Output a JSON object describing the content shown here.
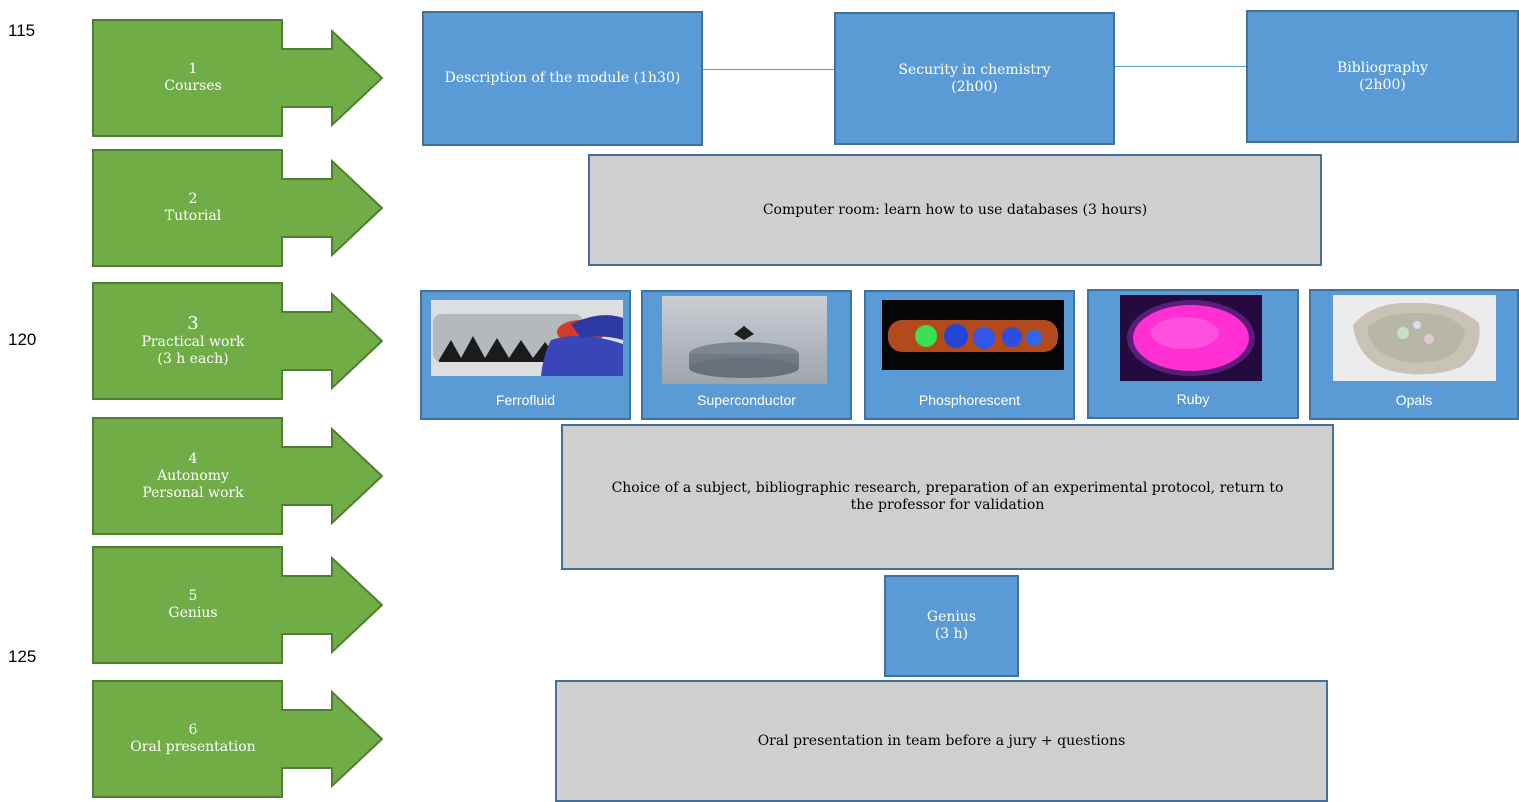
{
  "line_numbers": [
    "115",
    "120",
    "125"
  ],
  "steps": [
    {
      "num": "1",
      "label": "Courses"
    },
    {
      "num": "2",
      "label": "Tutorial"
    },
    {
      "num": "3",
      "label": "Practical work",
      "sub": "(3 h each)"
    },
    {
      "num": "4",
      "label": "Autonomy",
      "sub": "Personal work"
    },
    {
      "num": "5",
      "label": "Genius"
    },
    {
      "num": "6",
      "label": "Oral presentation"
    }
  ],
  "courses": [
    {
      "text": "Description of the module (1h30)"
    },
    {
      "text": "Security in chemistry\n(2h00)"
    },
    {
      "text": "Bibliography\n(2h00)"
    }
  ],
  "tutorial": {
    "text": "Computer room: learn how to use databases (3 hours)"
  },
  "practicals": [
    {
      "caption": "Ferrofluid"
    },
    {
      "caption": "Superconductor"
    },
    {
      "caption": "Phosphorescent"
    },
    {
      "caption": "Ruby"
    },
    {
      "caption": "Opals"
    }
  ],
  "autonomy": {
    "text": "Choice of a subject, bibliographic research, preparation of an experimental protocol, return to the professor for validation"
  },
  "genius": {
    "text": "Genius\n(3 h)"
  },
  "oral": {
    "text": "Oral presentation in team before a jury + questions"
  },
  "colors": {
    "step_arrow": "#70AD47",
    "step_border": "#507E32",
    "blue_box": "#5B9BD5",
    "grey_box": "#D0CECE",
    "box_border": "#41719C"
  }
}
